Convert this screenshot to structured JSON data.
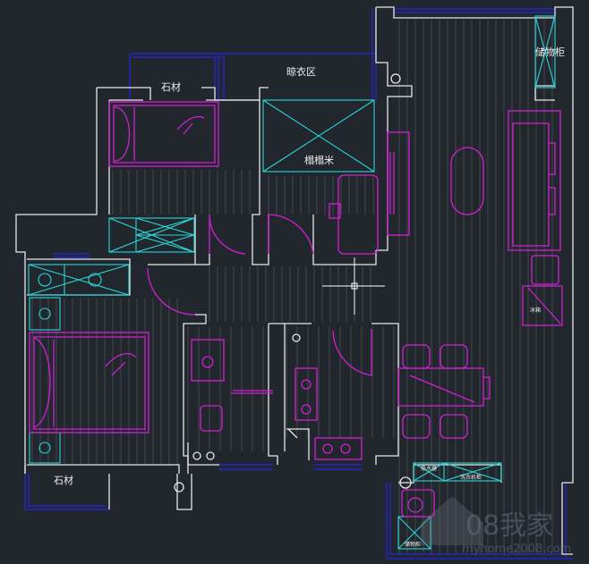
{
  "labels": {
    "drying_area": "晾衣区",
    "tatami": "榻榻米",
    "storage_cabinet": "储物柜",
    "stone_top": "石材",
    "stone_bottom": "石材",
    "fridge": "冰箱",
    "water_heater": "热水器",
    "washer_cabinet": "洗衣机柜",
    "storage_small": "储物柜"
  },
  "watermark": {
    "logo": "08我家",
    "url": "myhome2008.com"
  },
  "colors": {
    "background": "#22272e",
    "wall": "#e8e8e8",
    "window": "#2326c8",
    "furniture": "#d21fd2",
    "cabinet": "#2ad6d6"
  }
}
